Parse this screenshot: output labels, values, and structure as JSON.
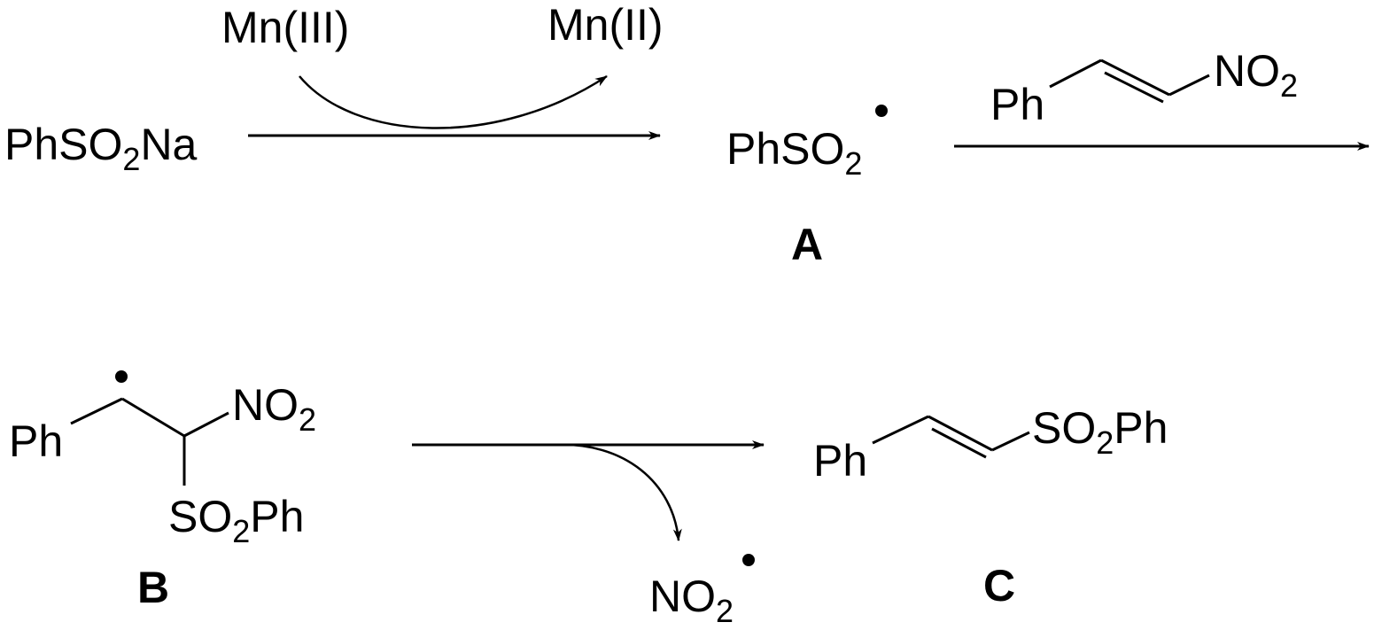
{
  "reagents": {
    "mn_iii": "Mn(III)",
    "mn_ii": "Mn(II)"
  },
  "molecules": {
    "sulfinate": {
      "main": "PhSO",
      "sub": "2",
      "tail": "Na"
    },
    "radical_a": {
      "main": "PhSO",
      "sub": "2"
    },
    "nitrostyrene": {
      "ph": "Ph",
      "no": "NO",
      "sub": "2"
    },
    "intermediate_b": {
      "ph": "Ph",
      "no": "NO",
      "no_sub": "2",
      "so": "SO",
      "so_sub": "2",
      "so_tail": "Ph"
    },
    "no2_radical": {
      "main": "NO",
      "sub": "2"
    },
    "product_c": {
      "ph": "Ph",
      "so": "SO",
      "so_sub": "2",
      "so_tail": "Ph"
    }
  },
  "labels": {
    "a": "A",
    "b": "B",
    "c": "C"
  }
}
